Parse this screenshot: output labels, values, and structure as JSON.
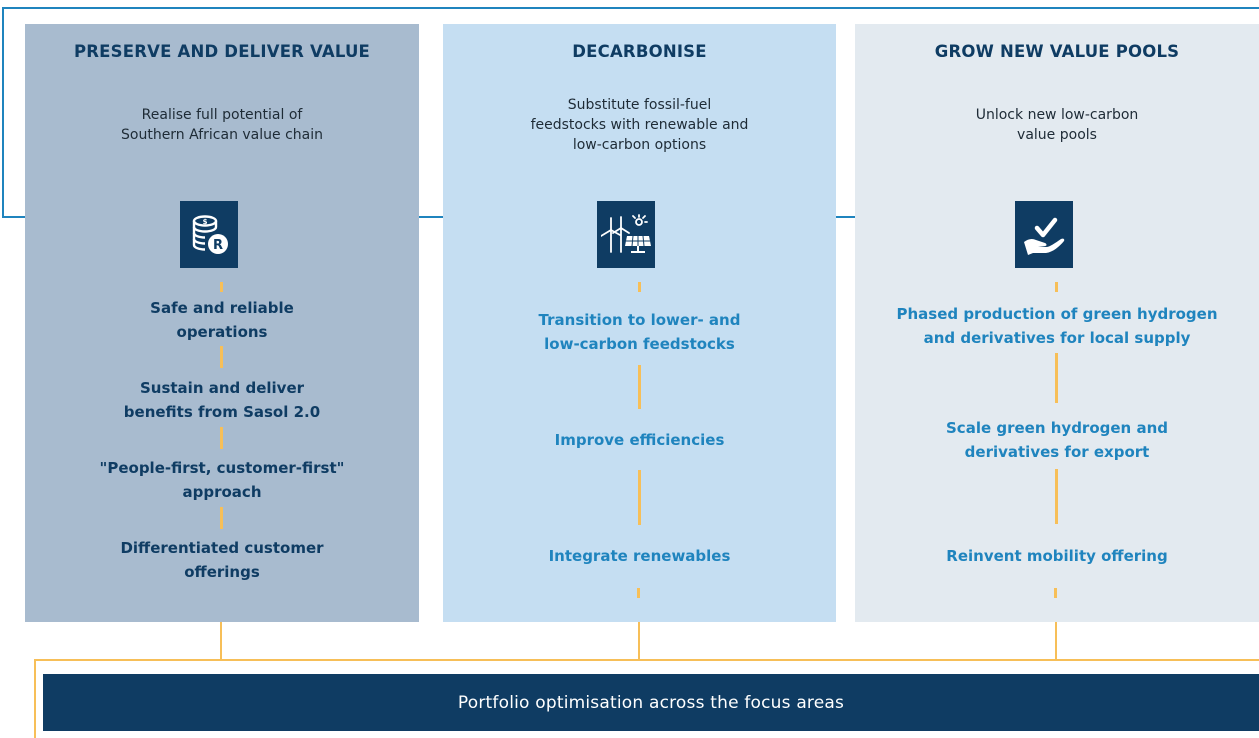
{
  "columns": [
    {
      "title": "PRESERVE AND DELIVER VALUE",
      "description": [
        "Realise full potential of",
        "Southern African value chain"
      ],
      "icon": "coins-rand-icon",
      "items": [
        [
          "Safe and reliable",
          "operations"
        ],
        [
          "Sustain and deliver",
          "benefits from Sasol 2.0"
        ],
        [
          "\"People-first, customer-first\"",
          "approach"
        ],
        [
          "Differentiated customer",
          "offerings"
        ]
      ]
    },
    {
      "title": "DECARBONISE",
      "description": [
        "Substitute fossil-fuel",
        "feedstocks with renewable and",
        "low-carbon options"
      ],
      "icon": "wind-solar-icon",
      "items": [
        [
          "Transition to lower- and",
          "low-carbon feedstocks"
        ],
        [
          "Improve efficiencies"
        ],
        [
          "Integrate renewables"
        ]
      ]
    },
    {
      "title": "GROW NEW VALUE POOLS",
      "description": [
        "Unlock new low-carbon",
        "value pools"
      ],
      "icon": "hand-check-icon",
      "items": [
        [
          "Phased production of green hydrogen",
          "and derivatives for local supply"
        ],
        [
          "Scale green hydrogen and",
          "derivatives for export"
        ],
        [
          "Reinvent mobility offering"
        ]
      ]
    }
  ],
  "bottom_bar": {
    "label": "Portfolio optimisation across the focus areas"
  },
  "colors": {
    "navy": "#0f3c63",
    "accent_blue": "#1f84be",
    "orange": "#f7bf58",
    "col1_bg": "#a8bbcf",
    "col2_bg": "#c5def2",
    "col3_bg": "#e3eaf0"
  }
}
